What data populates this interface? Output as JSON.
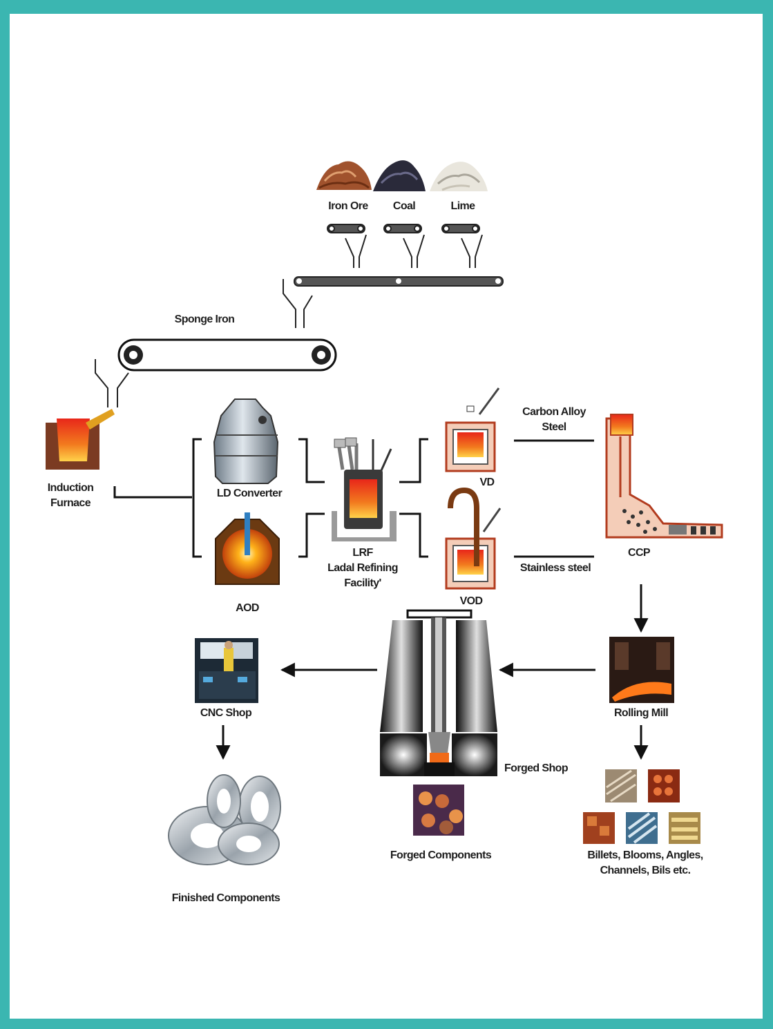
{
  "raw_materials": {
    "iron_ore": "Iron Ore",
    "coal": "Coal",
    "lime": "Lime"
  },
  "sponge_iron": "Sponge Iron",
  "induction_furnace": {
    "line1": "Induction",
    "line2": "Furnace"
  },
  "ld_converter": "LD Converter",
  "aod": "AOD",
  "lrf": {
    "line1": "LRF",
    "line2": "Ladal Refining",
    "line3": "Facility'"
  },
  "vd": "VD",
  "vod": "VOD",
  "carbon_alloy_steel": {
    "line1": "Carbon Alloy",
    "line2": "Steel"
  },
  "stainless_steel": "Stainless steel",
  "ccp": "CCP",
  "rolling_mill": "Rolling Mill",
  "forged_shop": "Forged Shop",
  "forged_components": "Forged Components",
  "cnc_shop": "CNC Shop",
  "finished_components": "Finished Components",
  "rolled_products": {
    "line1": "Billets, Blooms, Angles,",
    "line2": "Channels, Bils etc."
  },
  "colors": {
    "frame": "#3bb6b1",
    "molten": "#f27a1e",
    "furnace_brick": "#f4cdb8"
  }
}
